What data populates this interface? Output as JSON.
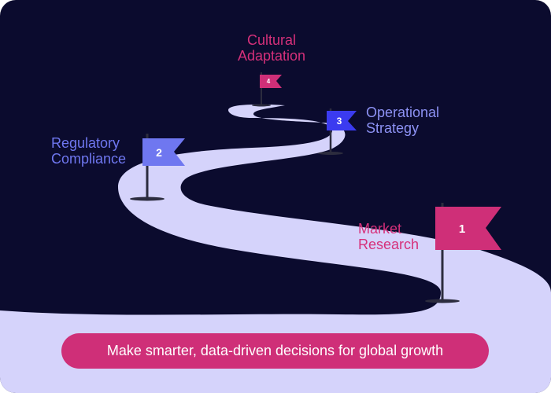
{
  "steps": [
    {
      "number": "1",
      "title_line1": "Market",
      "title_line2": "Research",
      "flag_color": "#cf2f78"
    },
    {
      "number": "2",
      "title_line1": "Regulatory",
      "title_line2": "Compliance",
      "flag_color": "#6f77f0"
    },
    {
      "number": "3",
      "title_line1": "Operational",
      "title_line2": "Strategy",
      "flag_color": "#3b3bf0"
    },
    {
      "number": "4",
      "title_line1": "Cultural",
      "title_line2": "Adaptation",
      "flag_color": "#cf2f78"
    }
  ],
  "cta": {
    "label": "Make smarter, data-driven decisions for global growth"
  },
  "colors": {
    "background": "#0b0b2e",
    "road": "#d5d3fb",
    "accent": "#cf2f78"
  }
}
